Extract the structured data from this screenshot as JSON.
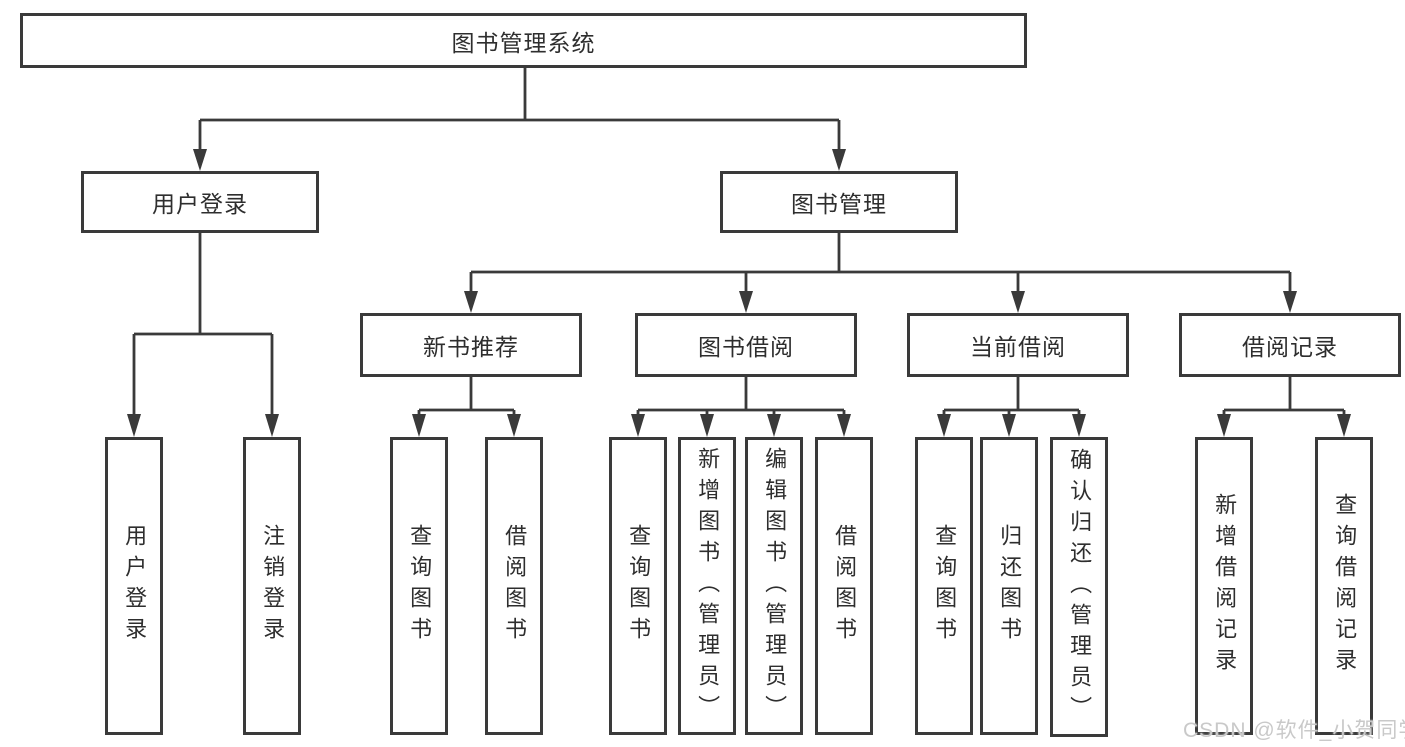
{
  "diagram": {
    "watermark": "CSDN @软件_小贺同学",
    "colors": {
      "line": "#3a3a3a",
      "box_border": "#3a3a3a",
      "text": "#2e2e2e",
      "background": "#ffffff",
      "watermark": "#c9c9c9"
    },
    "root": {
      "label": "图书管理系统"
    },
    "level2": [
      {
        "label": "用户登录",
        "children": [
          {
            "label": "用户登录"
          },
          {
            "label": "注销登录"
          }
        ]
      },
      {
        "label": "图书管理",
        "children": [
          {
            "label": "新书推荐",
            "children": [
              {
                "label": "查询图书"
              },
              {
                "label": "借阅图书"
              }
            ]
          },
          {
            "label": "图书借阅",
            "children": [
              {
                "label": "查询图书"
              },
              {
                "label": "新增图书（管理员）"
              },
              {
                "label": "编辑图书（管理员）"
              },
              {
                "label": "借阅图书"
              }
            ]
          },
          {
            "label": "当前借阅",
            "children": [
              {
                "label": "查询图书"
              },
              {
                "label": "归还图书"
              },
              {
                "label": "确认归还（管理员）"
              }
            ]
          },
          {
            "label": "借阅记录",
            "children": [
              {
                "label": "新增借阅记录"
              },
              {
                "label": "查询借阅记录"
              }
            ]
          }
        ]
      }
    ]
  }
}
